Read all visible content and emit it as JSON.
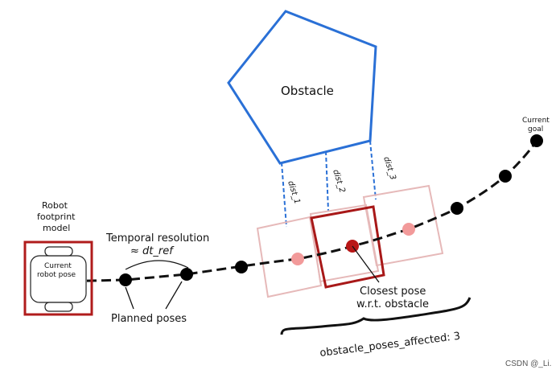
{
  "labels": {
    "obstacle": "Obstacle",
    "current_goal_1": "Current",
    "current_goal_2": "goal",
    "robot_model_1": "Robot",
    "robot_model_2": "footprint",
    "robot_model_3": "model",
    "current_pose_1": "Current",
    "current_pose_2": "robot pose",
    "temporal_res": "Temporal resolution",
    "dt_ref": "≈ dt_ref",
    "planned_poses": "Planned poses",
    "closest_pose_1": "Closest pose",
    "closest_pose_2": "w.r.t. obstacle",
    "dist_1": "dist_1",
    "dist_2": "dist_2",
    "dist_3": "dist_3",
    "affected": "obstacle_poses_affected: 3",
    "watermark": "CSDN @_Li."
  },
  "colors": {
    "obstacle": "#2a70d6",
    "robot_box": "#b01c1c",
    "closest_box": "#a81818",
    "faded_box": "#e6b9b9",
    "faded_pose": "#f29a9a",
    "closest_pose": "#b81616",
    "pose": "#000000"
  }
}
